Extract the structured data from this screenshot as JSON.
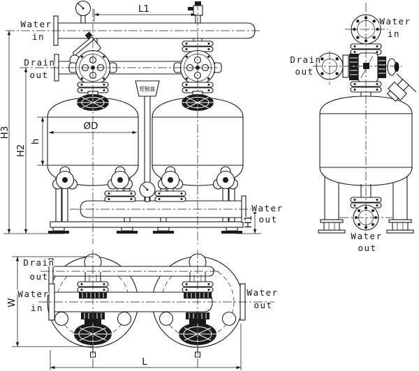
{
  "drawing": {
    "colors": {
      "ink": "#1a1a1a",
      "paper": "#ffffff"
    },
    "front_view": {
      "water_in": {
        "l1": "Water",
        "l2": "in"
      },
      "drain_out": {
        "l1": "Drain",
        "l2": "out"
      },
      "water_out": {
        "l1": "Water",
        "l2": "out"
      },
      "control_box": "控制盒",
      "dims": {
        "l1": "L1",
        "h3": "H3",
        "h2": "H2",
        "h": "h",
        "dia": "ØD",
        "h1": "H1"
      }
    },
    "side_view": {
      "water_in": {
        "l1": "Water",
        "l2": "in"
      },
      "drain_out": {
        "l1": "Drain",
        "l2": "out"
      },
      "water_out": {
        "l1": "Water",
        "l2": "out"
      }
    },
    "top_view": {
      "drain_out": {
        "l1": "Drain",
        "l2": "out"
      },
      "water_in": {
        "l1": "Water",
        "l2": "in"
      },
      "water_out": {
        "l1": "Water",
        "l2": "out"
      },
      "dims": {
        "w": "W",
        "l": "L"
      }
    }
  }
}
